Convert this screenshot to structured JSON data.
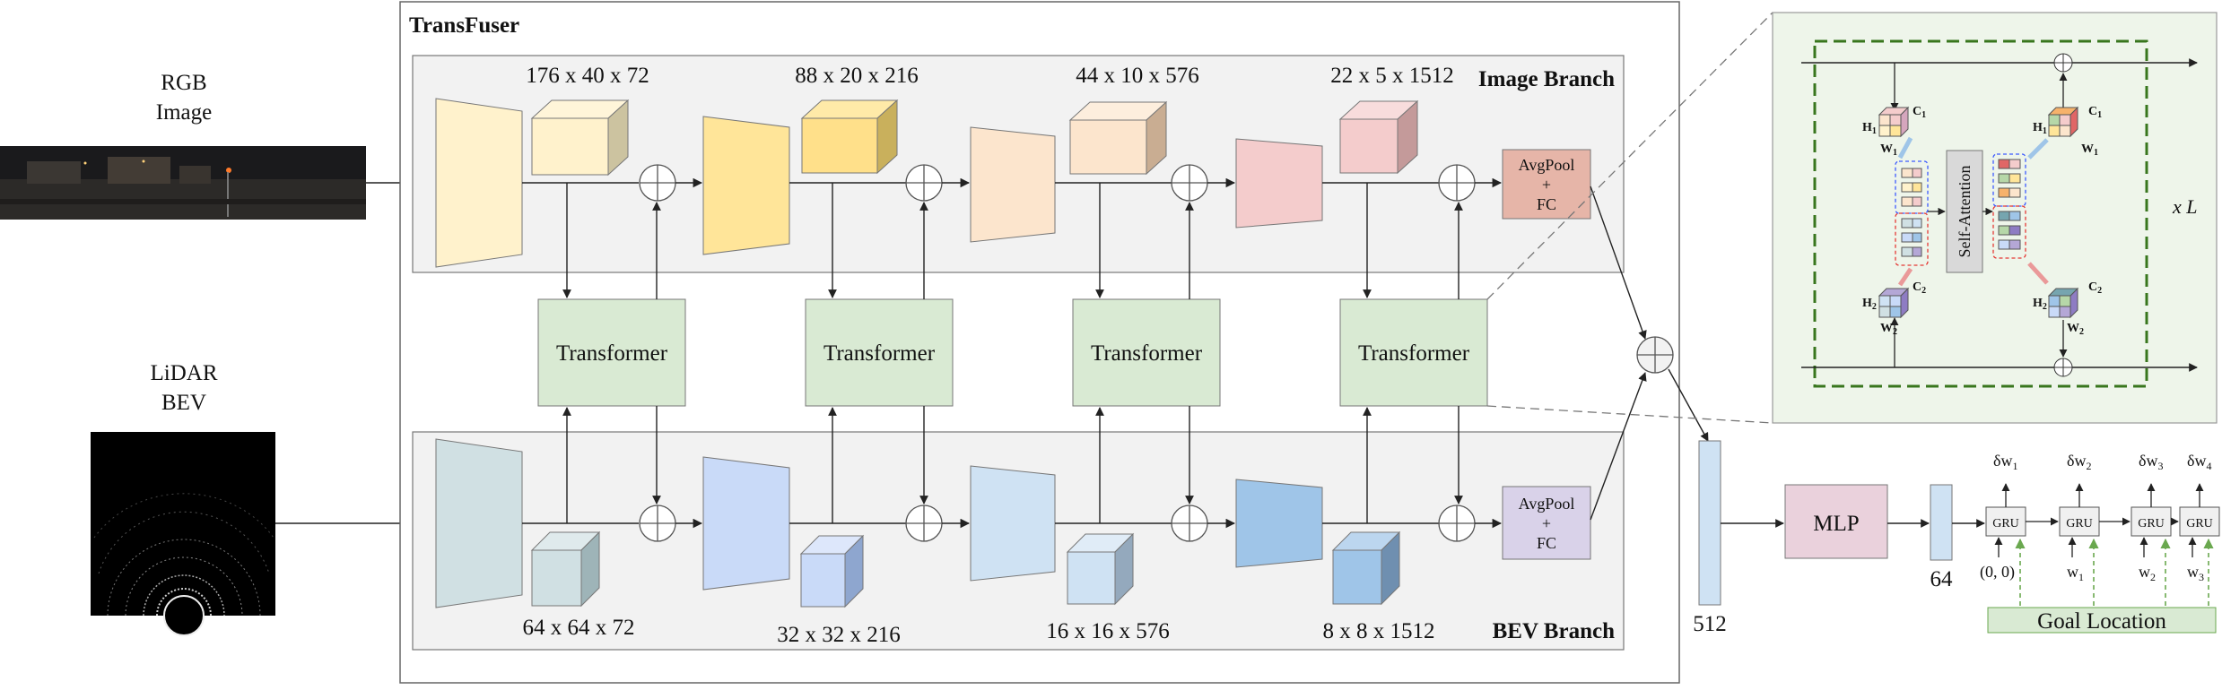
{
  "inputs": {
    "rgb": {
      "line1": "RGB",
      "line2": "Image"
    },
    "lidar": {
      "line1": "LiDAR",
      "line2": "BEV"
    }
  },
  "model": {
    "title": "TransFuser",
    "image_branch_label": "Image Branch",
    "bev_branch_label": "BEV Branch",
    "image_dims": [
      "176 x 40 x 72",
      "88 x 20 x 216",
      "44 x 10 x 576",
      "22 x 5 x 1512"
    ],
    "bev_dims": [
      "64 x 64 x 72",
      "32 x 32 x 216",
      "16 x 16 x 576",
      "8 x 8 x 1512"
    ],
    "transformer_label": "Transformer",
    "pool": {
      "line1": "AvgPool",
      "line2": "+",
      "line3": "FC"
    }
  },
  "attention_inset": {
    "self_attention_label": "Self-Attention",
    "repeat_label": "x L",
    "h1": "H",
    "h1_sub": "1",
    "w1": "W",
    "w1_sub": "1",
    "c1": "C",
    "c1_sub": "1",
    "h2": "H",
    "h2_sub": "2",
    "w2": "W",
    "w2_sub": "2",
    "c2": "C",
    "c2_sub": "2"
  },
  "head": {
    "feat_512": "512",
    "mlp": "MLP",
    "feat_64": "64",
    "gru_label": "GRU",
    "outputs": [
      "δw",
      "δw",
      "δw",
      "δw"
    ],
    "output_subs": [
      "1",
      "2",
      "3",
      "4"
    ],
    "gru_inputs": [
      "(0, 0)",
      "w",
      "w",
      "w"
    ],
    "gru_input_subs": [
      "",
      "1",
      "2",
      "3"
    ],
    "goal": "Goal Location"
  },
  "colors": {
    "panel": "#f2f2f2",
    "transformer": "#d9ead3",
    "pool_image": "#e6b5a8",
    "pool_bev": "#d9d2e9",
    "mlp": "#ead1dc",
    "feat": "#d0e0f0",
    "inset_bg": "#eef5ea",
    "inset_dash": "#38761d"
  }
}
